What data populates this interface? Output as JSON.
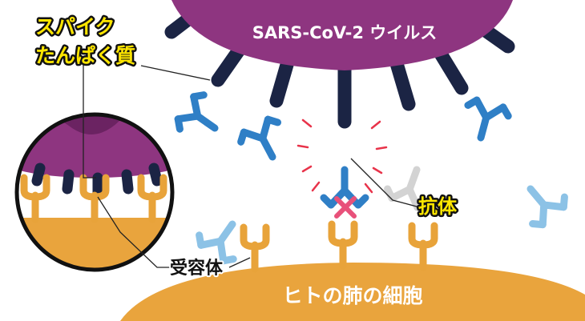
{
  "labels": {
    "virus": "SARS-CoV-2 ウイルス",
    "spike_line1": "スパイク",
    "spike_line2": "たんぱく質",
    "antibody": "抗体",
    "receptor": "受容体",
    "cell": "ヒトの肺の細胞"
  },
  "colors": {
    "virus_purple": "#8e3580",
    "virus_dark_purple": "#6b2362",
    "spike_navy": "#1b2444",
    "antibody_blue": "#2f7fc6",
    "antibody_light_blue": "#8cc2e6",
    "antibody_gray": "#d3d3d3",
    "receptor_orange": "#e8a33a",
    "cell_orange": "#e9a43d",
    "highlight_yellow": "#ffe600",
    "cross_pink": "#e8517a",
    "burst_red": "#e8334a"
  },
  "icons": {
    "blocked_binding": "cross-mark-icon"
  }
}
